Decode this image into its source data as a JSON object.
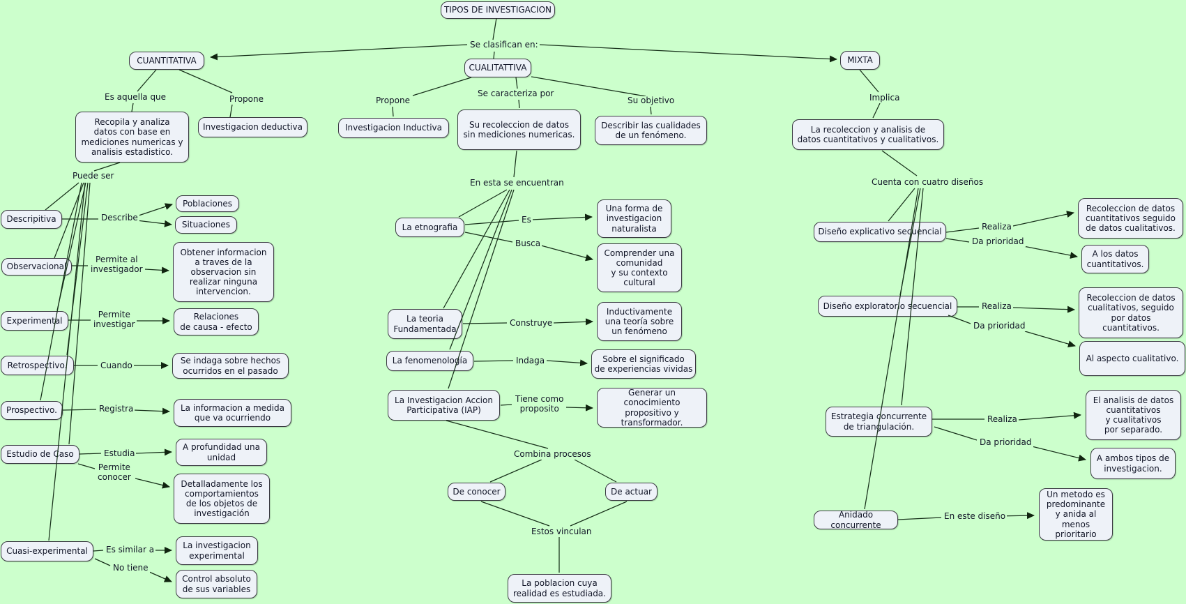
{
  "colors": {
    "background": "#ccffcc",
    "node_fill": "#eef2f8",
    "node_border": "#3a3a42",
    "line": "#17301a"
  },
  "root": {
    "concept": "TIPOS DE INVESTIGACION",
    "link": "Se clasifican en:"
  },
  "cuantitativa": {
    "concept": "CUANTITATIVA",
    "links": {
      "es_aquella_que": "Es aquella que",
      "propone": "Propone",
      "puede_ser": "Puede ser",
      "describe": "Describe",
      "permite_al_investigador": "Permite al\ninvestigador",
      "permite_investigar": "Permite\ninvestigar",
      "cuando": "Cuando",
      "registra": "Registra",
      "estudia": "Estudia",
      "permite_conocer": "Permite\nconocer",
      "es_similar_a": "Es similar a",
      "no_tiene": "No tiene"
    },
    "concepts": {
      "recopila": "Recopila y analiza\ndatos con base en\nmediciones numericas y\nanalisis estadistico.",
      "deductiva": "Investigacion deductiva",
      "descripitiva": "Descripitiva",
      "poblaciones": "Poblaciones",
      "situaciones": "Situaciones",
      "observacional": "Observacional",
      "obtener": "Obtener informacion\na traves de la\nobservacion sin\nrealizar ninguna\nintervencion.",
      "experimental": "Experimental",
      "relaciones": "Relaciones\nde causa - efecto",
      "retrospectivo": "Retrospectivo.",
      "indaga_hechos": "Se indaga sobre hechos\nocurridos en el pasado",
      "prospectivo": "Prospectivo.",
      "informacion_medida": "La informacion a medida\nque va ocurriendo",
      "estudio_caso": "Estudio de Caso",
      "profundidad": "A profundidad una\nunidad",
      "detalladamente": "Detalladamente los\ncomportamientos\nde los objetos de\ninvestigación",
      "cuasi": "Cuasi-experimental",
      "investigacion_experimental": "La investigacion\nexperimental",
      "control_absoluto": "Control absoluto\nde sus variables"
    }
  },
  "cualitativa": {
    "concept": "CUALITATTIVA",
    "links": {
      "propone": "Propone",
      "se_caracteriza": "Se caracteriza por",
      "su_objetivo": "Su objetivo",
      "en_esta": "En esta se encuentran",
      "es": "Es",
      "busca": "Busca",
      "construye": "Construye",
      "indaga": "Indaga",
      "tiene_como": "Tiene como\nproposito",
      "combina": "Combina procesos",
      "estos_vinculan": "Estos vinculan"
    },
    "concepts": {
      "inductiva": "Investigacion Inductiva",
      "su_recoleccion": "Su recoleccion de datos\nsin mediciones numericas.",
      "describir": "Describir las cualidades\nde un fenómeno.",
      "etnografia": "La etnografia",
      "una_forma": "Una forma de\ninvestigacion\nnaturalista",
      "comprender": "Comprender una\ncomunidad\ny su contexto\ncultural",
      "teoria": "La teoria\nFundamentada",
      "inductivamente": "Inductivamente\nuna teoría sobre\nun fenómeno",
      "fenomenologia": "La fenomenología",
      "significado": "Sobre el significado\nde experiencias vividas",
      "iap": "La Investigacion Accion\nParticipativa (IAP)",
      "generar": "Generar un\nconocimiento propositivo y\ntransformador.",
      "de_conocer": "De conocer",
      "de_actuar": "De actuar",
      "poblacion": "La poblacion cuya\nrealidad es estudiada."
    }
  },
  "mixta": {
    "concept": "MIXTA",
    "links": {
      "implica": "Implica",
      "cuenta": "Cuenta con cuatro diseños",
      "realiza_1": "Realiza",
      "da_prioridad_1": "Da prioridad",
      "realiza_2": "Realiza",
      "da_prioridad_2": "Da prioridad",
      "realiza_3": "Realiza",
      "da_prioridad_3": "Da prioridad",
      "en_este": "En este diseño"
    },
    "concepts": {
      "recoleccion_mixta": "La recoleccion y analisis de\ndatos cuantitativos y cualitativos.",
      "explicativo": "Diseño explicativo secuencial",
      "rec_cuanti": "Recoleccion de datos\ncuantitativos seguido\nde datos cualitativos.",
      "a_los_datos": "A los datos\ncuantitativos.",
      "exploratorio": "Diseño exploratorio secuencial",
      "rec_cuali": "Recoleccion de datos\ncualitativos, seguido\npor datos\ncuantitativos.",
      "al_aspecto": "Al aspecto cualitativo.",
      "estrategia": "Estrategia concurrente\nde triangulación.",
      "el_analisis": "El analisis de datos\ncuantitativos\ny cualitativos\npor separado.",
      "a_ambos": "A ambos tipos de\ninvestigacion.",
      "anidado": "Anidado concurrente",
      "un_metodo": "Un metodo  es\npredominante\ny anida al menos\nprioritario"
    }
  }
}
